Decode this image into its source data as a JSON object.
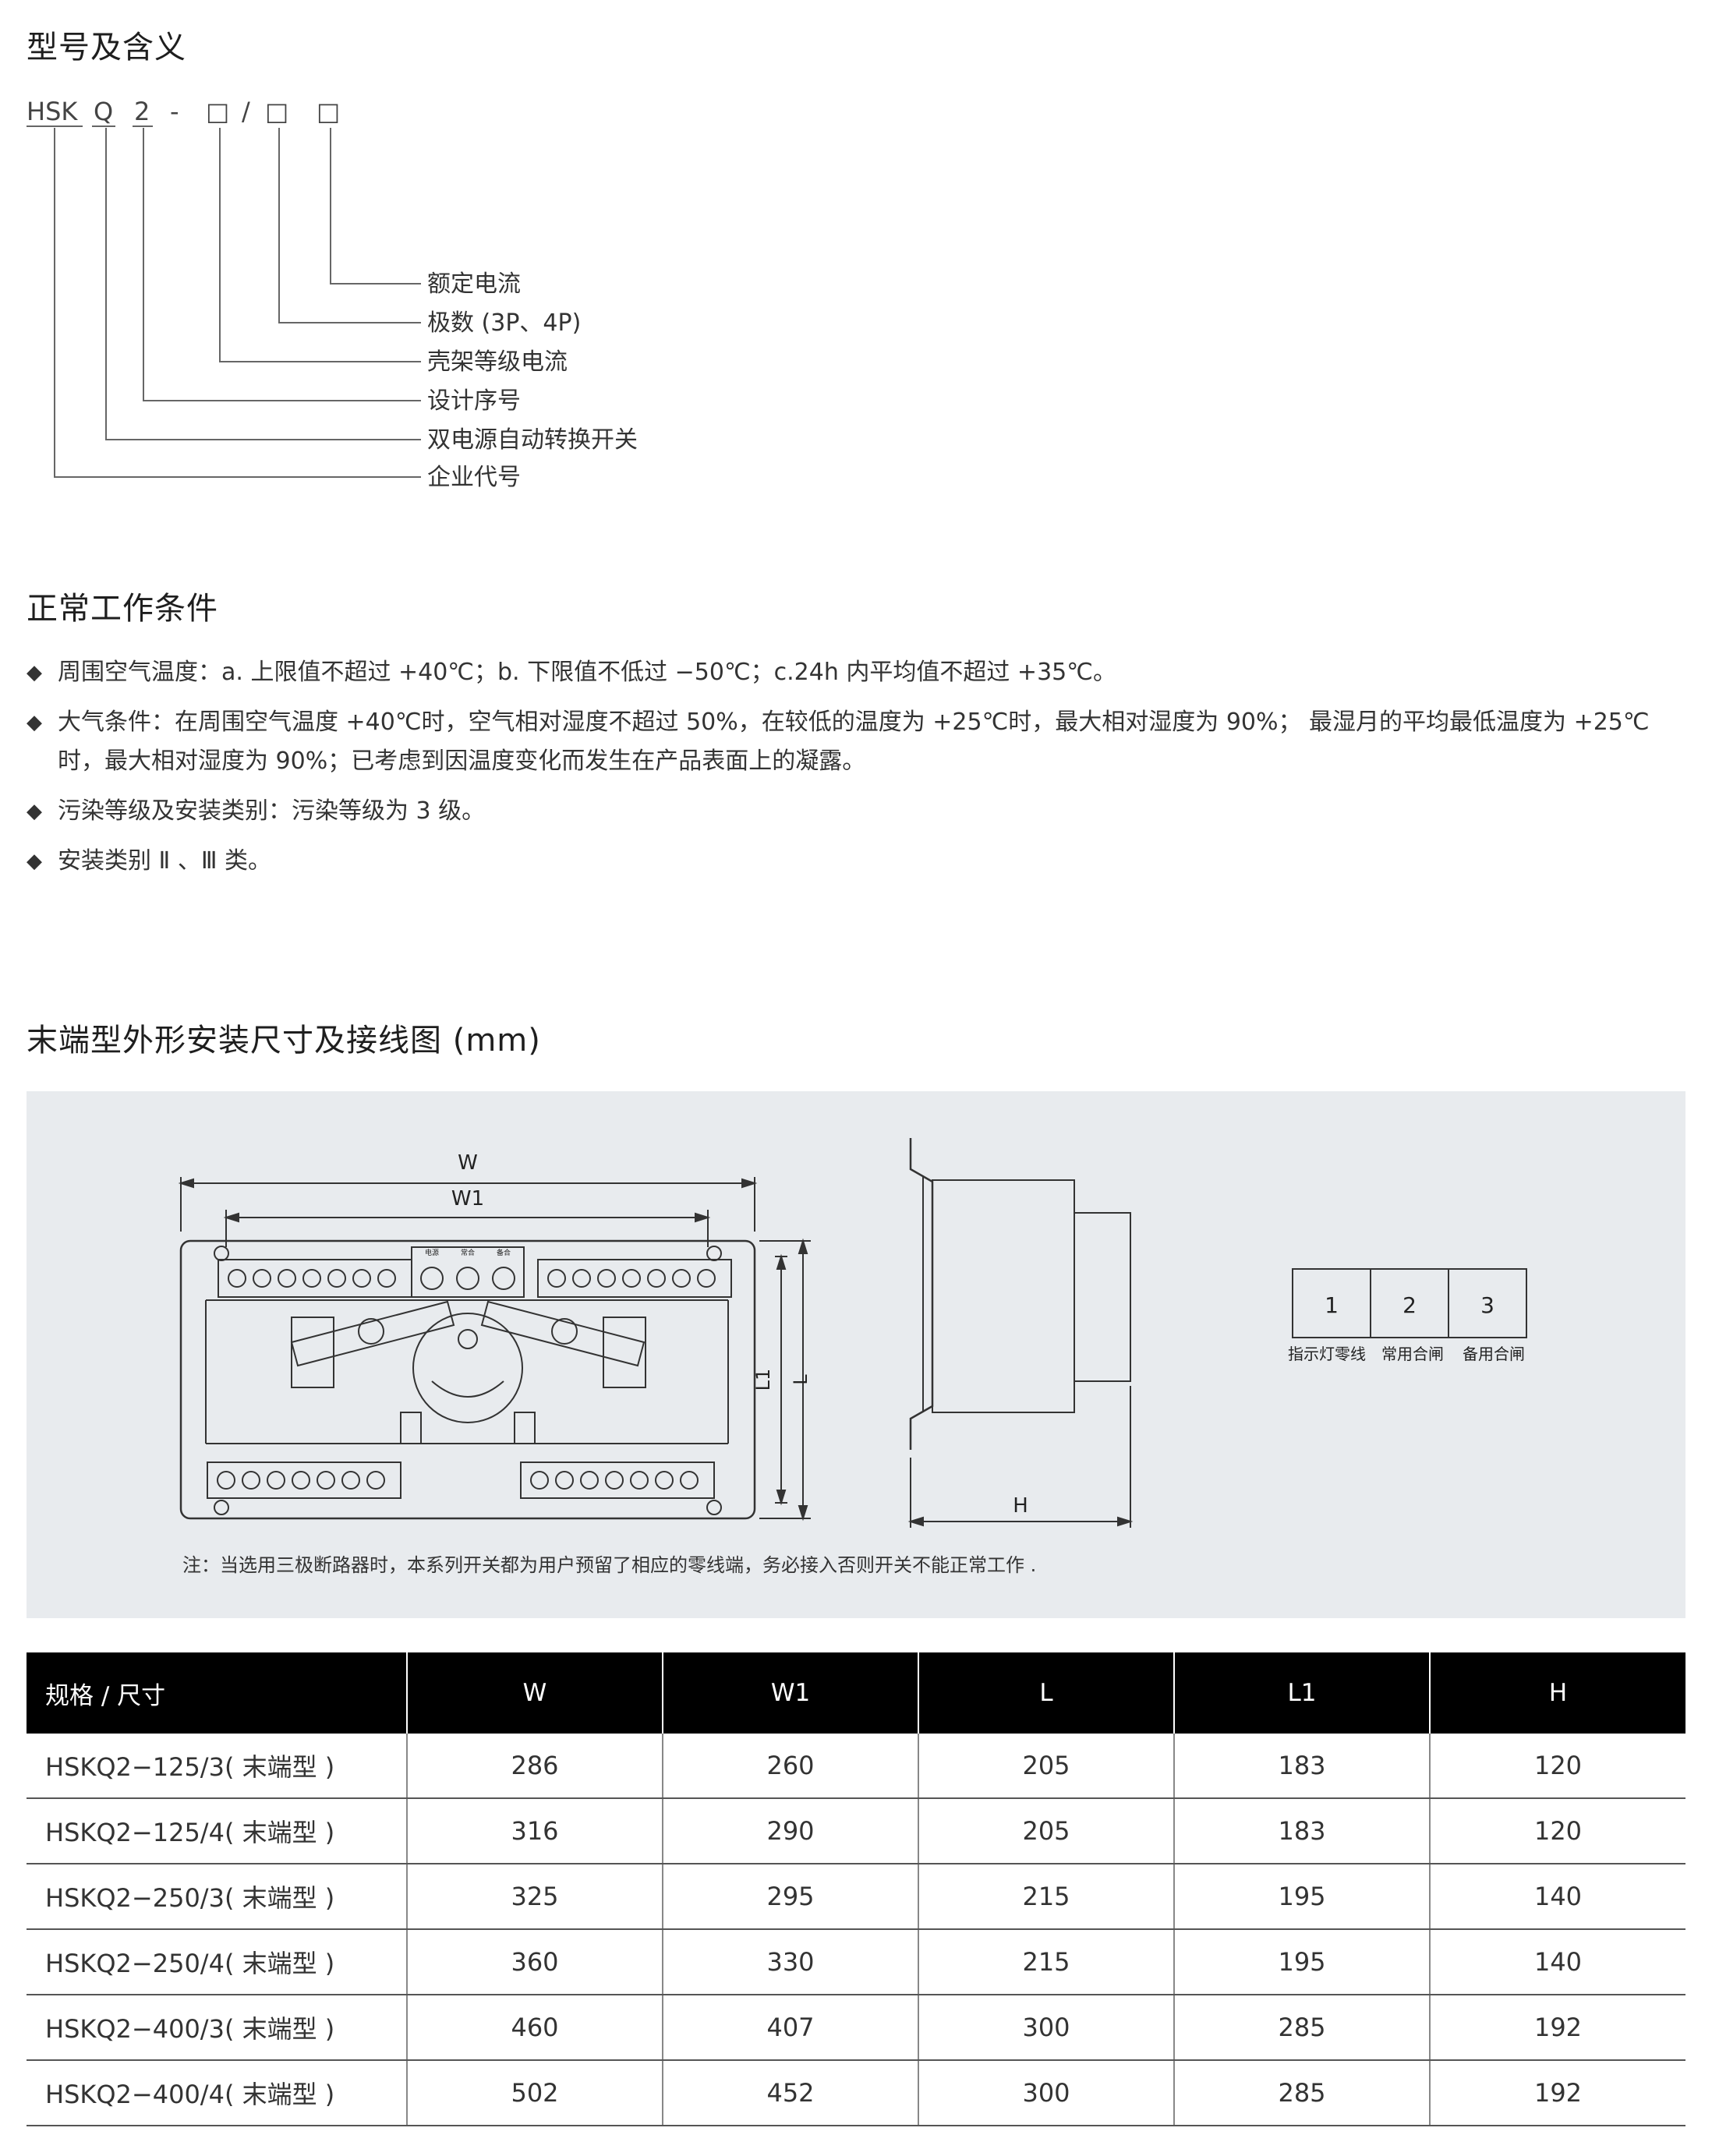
{
  "model_section": {
    "title": "型号及含义",
    "code_parts": [
      "HSK",
      "Q",
      "2",
      "-",
      "□",
      "/",
      "□",
      "□"
    ],
    "meanings": [
      "额定电流",
      "极数 (3P、4P)",
      "壳架等级电流",
      "设计序号",
      "双电源自动转换开关",
      "企业代号"
    ]
  },
  "conditions_section": {
    "title": "正常工作条件",
    "bullet": "◆",
    "items": [
      "周围空气温度：a. 上限值不超过 +40℃；b. 下限值不低过 −50℃；c.24h 内平均值不超过 +35℃。",
      "大气条件：在周围空气温度 +40℃时，空气相对湿度不超过 50%，在较低的温度为 +25℃时，最大相对湿度为 90%； 最湿月的平均最低温度为 +25℃时，最大相对湿度为 90%；已考虑到因温度变化而发生在产品表面上的凝露。",
      "污染等级及安装类别：污染等级为 3 级。",
      "安装类别 Ⅱ 、Ⅲ 类。"
    ]
  },
  "dimension_section": {
    "title": "末端型外形安装尺寸及接线图 (mm)",
    "drawing": {
      "dim_labels": {
        "w": "W",
        "w1": "W1",
        "l": "L",
        "l1": "L1",
        "h": "H"
      },
      "panel_labels": [
        "电源",
        "常合",
        "备合"
      ],
      "terminal_numbers": [
        "1",
        "2",
        "3"
      ],
      "terminal_labels": [
        "指示灯零线",
        "常用合闸",
        "备用合闸"
      ],
      "note": "注：当选用三极断路器时，本系列开关都为用户预留了相应的零线端，务必接入否则开关不能正常工作 ."
    },
    "table": {
      "headers": [
        "规格 / 尺寸",
        "W",
        "W1",
        "L",
        "L1",
        "H"
      ],
      "rows": [
        [
          "HSKQ2−125/3( 末端型 )",
          "286",
          "260",
          "205",
          "183",
          "120"
        ],
        [
          "HSKQ2−125/4( 末端型 )",
          "316",
          "290",
          "205",
          "183",
          "120"
        ],
        [
          "HSKQ2−250/3( 末端型 )",
          "325",
          "295",
          "215",
          "195",
          "140"
        ],
        [
          "HSKQ2−250/4( 末端型 )",
          "360",
          "330",
          "215",
          "195",
          "140"
        ],
        [
          "HSKQ2−400/3( 末端型 )",
          "460",
          "407",
          "300",
          "285",
          "192"
        ],
        [
          "HSKQ2−400/4( 末端型 )",
          "502",
          "452",
          "300",
          "285",
          "192"
        ]
      ]
    }
  }
}
